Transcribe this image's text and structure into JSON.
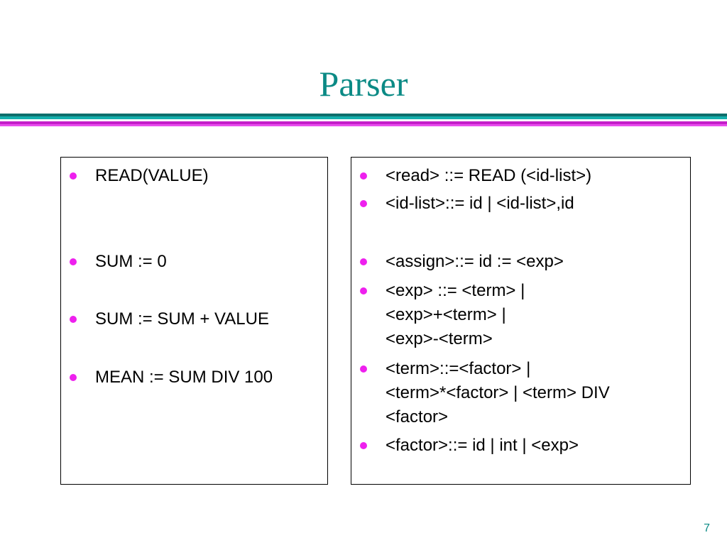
{
  "slide": {
    "title": "Parser",
    "page_number": "7"
  },
  "left_panel": {
    "items": [
      {
        "text": "READ(VALUE)"
      },
      {
        "text": "SUM := 0"
      },
      {
        "text": "SUM := SUM + VALUE"
      },
      {
        "text": "MEAN := SUM DIV 100"
      }
    ]
  },
  "right_panel": {
    "items": [
      {
        "text": "<read> ::= READ (<id-list>)"
      },
      {
        "text": "<id-list>::= id | <id-list>,id"
      },
      {
        "text": "<assign>::= id := <exp>"
      },
      {
        "text": "<exp> ::= <term> |\n<exp>+<term> |\n<exp>-<term>"
      },
      {
        "text": "<term>::=<factor> |\n<term>*<factor> | <term> DIV\n<factor>"
      },
      {
        "text": "<factor>::= id | int | <exp>"
      }
    ]
  },
  "colors": {
    "title": "#0b8a85",
    "bullet": "#ee20ee",
    "rule_teal": "#14b0ad",
    "rule_magenta": "#c41ec8"
  }
}
